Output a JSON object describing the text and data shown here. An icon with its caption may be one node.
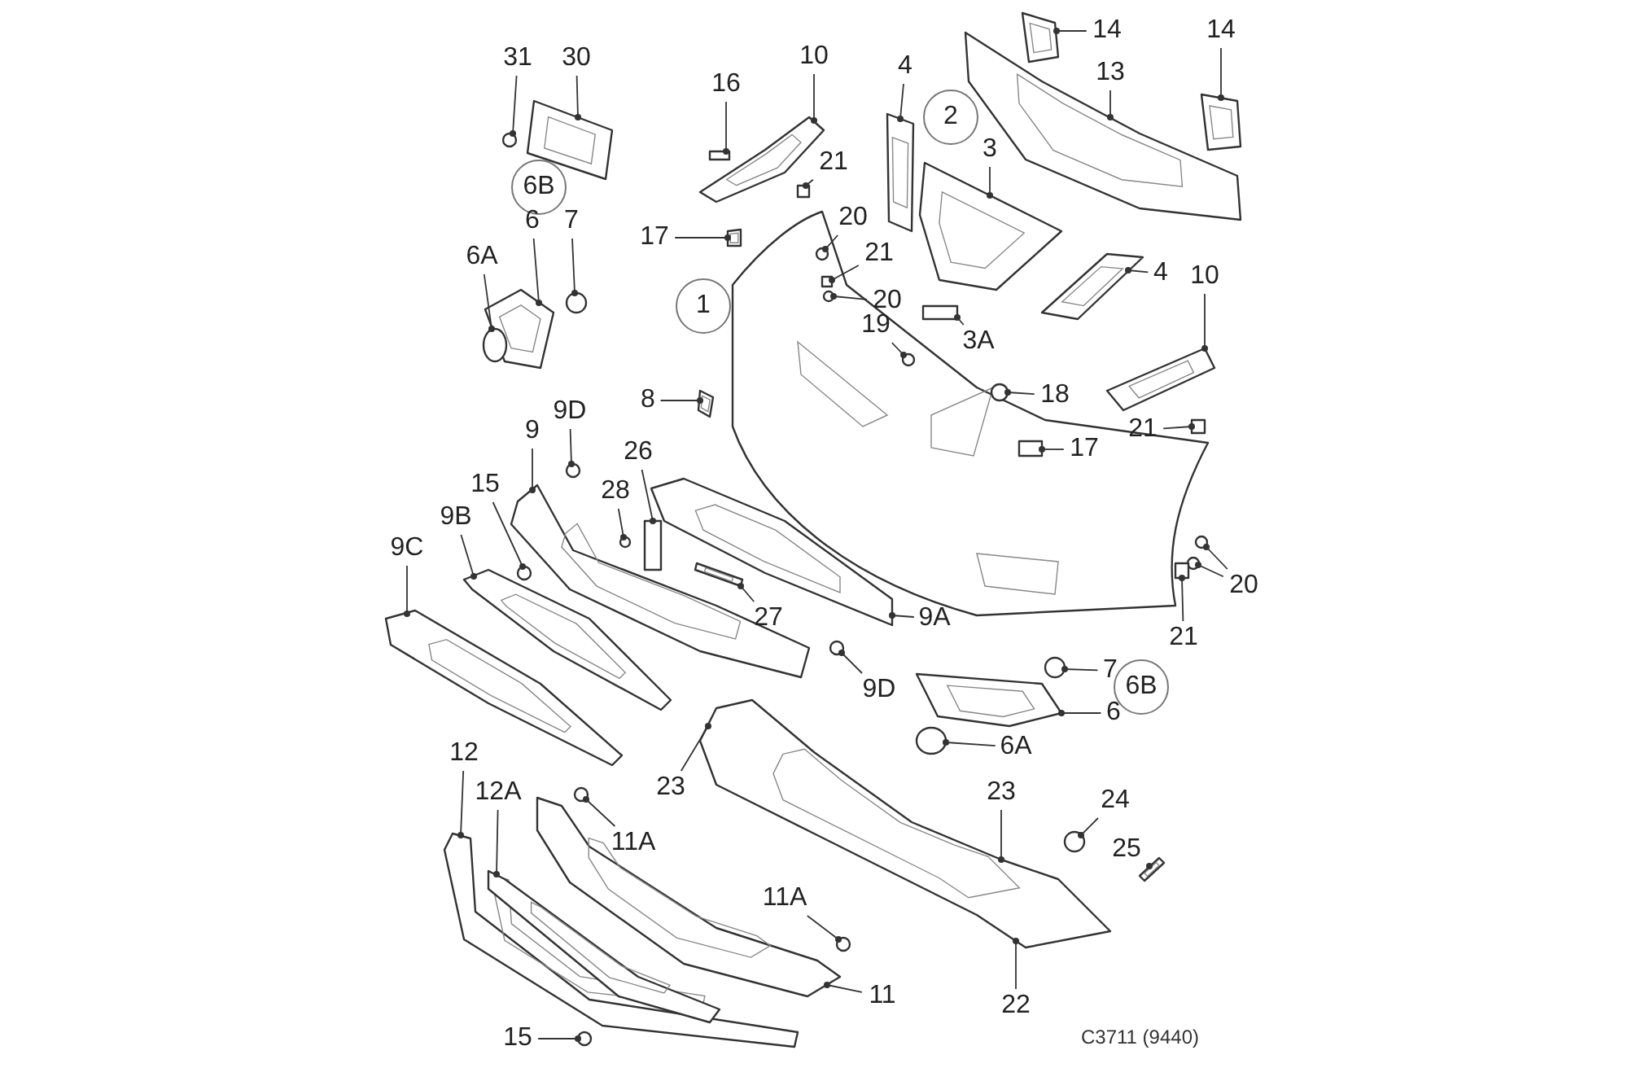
{
  "diagram": {
    "nodes": [
      {
        "text": [
          "31"
        ]
      },
      {
        "text": [
          "30"
        ]
      },
      {
        "text": [
          "16"
        ]
      },
      {
        "text": [
          "10"
        ]
      },
      {
        "text": [
          "4"
        ]
      },
      {
        "text": [
          "14"
        ]
      },
      {
        "text": [
          "14"
        ]
      },
      {
        "text": [
          "13"
        ]
      },
      {
        "text": [
          "2"
        ]
      },
      {
        "text": [
          "3"
        ]
      },
      {
        "text": [
          "21"
        ]
      },
      {
        "text": [
          "6B"
        ]
      },
      {
        "text": [
          "6"
        ]
      },
      {
        "text": [
          "7"
        ]
      },
      {
        "text": [
          "17"
        ]
      },
      {
        "text": [
          "20"
        ]
      },
      {
        "text": [
          "21"
        ]
      },
      {
        "text": [
          "6A"
        ]
      },
      {
        "text": [
          "4"
        ]
      },
      {
        "text": [
          "10"
        ]
      },
      {
        "text": [
          "20"
        ]
      },
      {
        "text": [
          "1"
        ]
      },
      {
        "text": [
          "3A"
        ]
      },
      {
        "text": [
          "19"
        ]
      },
      {
        "text": [
          "18"
        ]
      },
      {
        "text": [
          "8"
        ]
      },
      {
        "text": [
          "21"
        ]
      },
      {
        "text": [
          "17"
        ]
      },
      {
        "text": [
          "9D"
        ]
      },
      {
        "text": [
          "9"
        ]
      },
      {
        "text": [
          "26"
        ]
      },
      {
        "text": [
          "28"
        ]
      },
      {
        "text": [
          "15"
        ]
      },
      {
        "text": [
          "9B"
        ]
      },
      {
        "text": [
          "20"
        ]
      },
      {
        "text": [
          "9C"
        ]
      },
      {
        "text": [
          "27"
        ]
      },
      {
        "text": [
          "9A"
        ]
      },
      {
        "text": [
          "21"
        ]
      },
      {
        "text": [
          "7"
        ]
      },
      {
        "text": [
          "6B"
        ]
      },
      {
        "text": [
          "9D"
        ]
      },
      {
        "text": [
          "6"
        ]
      },
      {
        "text": [
          "23"
        ]
      },
      {
        "text": [
          "12"
        ]
      },
      {
        "text": [
          "12A"
        ]
      },
      {
        "text": [
          "6A"
        ]
      },
      {
        "text": [
          "11A"
        ]
      },
      {
        "text": [
          "23"
        ]
      },
      {
        "text": [
          "24"
        ]
      },
      {
        "text": [
          "25"
        ]
      },
      {
        "text": [
          "11A"
        ]
      },
      {
        "text": [
          "11"
        ]
      },
      {
        "text": [
          "22"
        ]
      },
      {
        "text": [
          "15"
        ]
      },
      {
        "text": [],
        "shape": "circle"
      },
      {
        "text": [],
        "shape": "picture"
      },
      {
        "text": [],
        "shape": "box"
      },
      {
        "text": [],
        "shape": "picture"
      },
      {
        "text": [],
        "shape": "picture"
      },
      {
        "text": [],
        "shape": "picture"
      },
      {
        "text": [],
        "shape": "picture"
      },
      {
        "text": [],
        "shape": "picture"
      },
      {
        "text": [],
        "shape": "picture"
      },
      {
        "text": [],
        "shape": "box"
      },
      {
        "text": [],
        "shape": "picture"
      },
      {
        "text": [],
        "shape": "circle"
      },
      {
        "text": [],
        "shape": "picture"
      },
      {
        "text": [],
        "shape": "circle"
      },
      {
        "text": [],
        "shape": "box"
      },
      {
        "text": [],
        "shape": "circle"
      },
      {
        "text": [],
        "shape": "picture"
      },
      {
        "text": [],
        "shape": "picture"
      },
      {
        "text": [],
        "shape": "circle"
      },
      {
        "text": [],
        "shape": "box"
      },
      {
        "text": [],
        "shape": "circle"
      },
      {
        "text": [],
        "shape": "circle"
      },
      {
        "text": [],
        "shape": "picture"
      },
      {
        "text": [],
        "shape": "box"
      },
      {
        "text": [],
        "shape": "box"
      },
      {
        "text": [],
        "shape": "circle"
      },
      {
        "text": [],
        "shape": "picture"
      },
      {
        "text": [],
        "shape": "box"
      },
      {
        "text": [],
        "shape": "circle"
      },
      {
        "text": [],
        "shape": "circle"
      },
      {
        "text": [],
        "shape": "picture"
      },
      {
        "text": [],
        "shape": "circle"
      },
      {
        "text": [],
        "shape": "circle"
      },
      {
        "text": [],
        "shape": "picture"
      },
      {
        "text": [],
        "shape": "picture"
      },
      {
        "text": [],
        "shape": "picture"
      },
      {
        "text": [],
        "shape": "box"
      },
      {
        "text": [],
        "shape": "circle"
      },
      {
        "text": [],
        "shape": "circle"
      },
      {
        "text": [],
        "shape": "picture"
      },
      {
        "text": [],
        "shape": "picture"
      },
      {
        "text": [],
        "shape": "picture"
      },
      {
        "text": [],
        "shape": "picture"
      },
      {
        "text": [],
        "shape": "circle"
      },
      {
        "text": [],
        "shape": "circle"
      },
      {
        "text": [],
        "shape": "circle"
      },
      {
        "text": [],
        "shape": "picture"
      },
      {
        "text": [],
        "shape": "circle"
      },
      {
        "text": [],
        "shape": "picture"
      },
      {
        "text": [],
        "shape": "circle"
      }
    ],
    "edges": [
      {
        "from": 0,
        "to": 55,
        "arrow": "other"
      },
      {
        "from": 1,
        "to": 56,
        "arrow": "other"
      },
      {
        "from": 2,
        "to": 57,
        "arrow": "other"
      },
      {
        "from": 3,
        "to": 58,
        "arrow": "other"
      },
      {
        "from": 4,
        "to": 59,
        "arrow": "other"
      },
      {
        "from": 5,
        "to": 60,
        "arrow": "other"
      },
      {
        "from": 6,
        "to": 61,
        "arrow": "other"
      },
      {
        "from": 7,
        "to": 62,
        "arrow": "other"
      },
      {
        "from": 9,
        "to": 63,
        "arrow": "other"
      },
      {
        "from": 10,
        "to": 64,
        "arrow": "other"
      },
      {
        "from": 12,
        "to": 65,
        "arrow": "other"
      },
      {
        "from": 13,
        "to": 66,
        "arrow": "other"
      },
      {
        "from": 14,
        "to": 67,
        "arrow": "other"
      },
      {
        "from": 15,
        "to": 68,
        "arrow": "other"
      },
      {
        "from": 16,
        "to": 69,
        "arrow": "other"
      },
      {
        "from": 17,
        "to": 70,
        "arrow": "other"
      },
      {
        "from": 18,
        "to": 71,
        "arrow": "other"
      },
      {
        "from": 19,
        "to": 72,
        "arrow": "other"
      },
      {
        "from": 20,
        "to": 73,
        "arrow": "other"
      },
      {
        "from": 22,
        "to": 74,
        "arrow": "other"
      },
      {
        "from": 23,
        "to": 75,
        "arrow": "other"
      },
      {
        "from": 24,
        "to": 76,
        "arrow": "other"
      },
      {
        "from": 25,
        "to": 77,
        "arrow": "other"
      },
      {
        "from": 26,
        "to": 78,
        "arrow": "other"
      },
      {
        "from": 27,
        "to": 79,
        "arrow": "other"
      },
      {
        "from": 28,
        "to": 80,
        "arrow": "other"
      },
      {
        "from": 29,
        "to": 81,
        "arrow": "other"
      },
      {
        "from": 30,
        "to": 82,
        "arrow": "other"
      },
      {
        "from": 31,
        "to": 83,
        "arrow": "other"
      },
      {
        "from": 32,
        "to": 84,
        "arrow": "other"
      },
      {
        "from": 33,
        "to": 85,
        "arrow": "other"
      },
      {
        "from": 34,
        "to": 86,
        "arrow": "other"
      },
      {
        "from": 34,
        "to": 87,
        "arrow": "other"
      },
      {
        "from": 35,
        "to": 88,
        "arrow": "other"
      },
      {
        "from": 36,
        "to": 89,
        "arrow": "other"
      },
      {
        "from": 37,
        "to": 90,
        "arrow": "other"
      },
      {
        "from": 38,
        "to": 91,
        "arrow": "other"
      },
      {
        "from": 39,
        "to": 92,
        "arrow": "other"
      },
      {
        "from": 41,
        "to": 93,
        "arrow": "other"
      },
      {
        "from": 42,
        "to": 94,
        "arrow": "other"
      },
      {
        "from": 43,
        "to": 95,
        "arrow": "other"
      },
      {
        "from": 44,
        "to": 96,
        "arrow": "other"
      },
      {
        "from": 45,
        "to": 97,
        "arrow": "other"
      },
      {
        "from": 46,
        "to": 98,
        "arrow": "other"
      },
      {
        "from": 47,
        "to": 99,
        "arrow": "other"
      },
      {
        "from": 48,
        "to": 95,
        "arrow": "other"
      },
      {
        "from": 49,
        "to": 100,
        "arrow": "other"
      },
      {
        "from": 50,
        "to": 101,
        "arrow": "other"
      },
      {
        "from": 51,
        "to": 102,
        "arrow": "other"
      },
      {
        "from": 52,
        "to": 103,
        "arrow": "other"
      },
      {
        "from": 53,
        "to": 95,
        "arrow": "other"
      },
      {
        "from": 54,
        "to": 104,
        "arrow": "other"
      }
    ],
    "labels": [
      "C3711 (9440)"
    ]
  }
}
